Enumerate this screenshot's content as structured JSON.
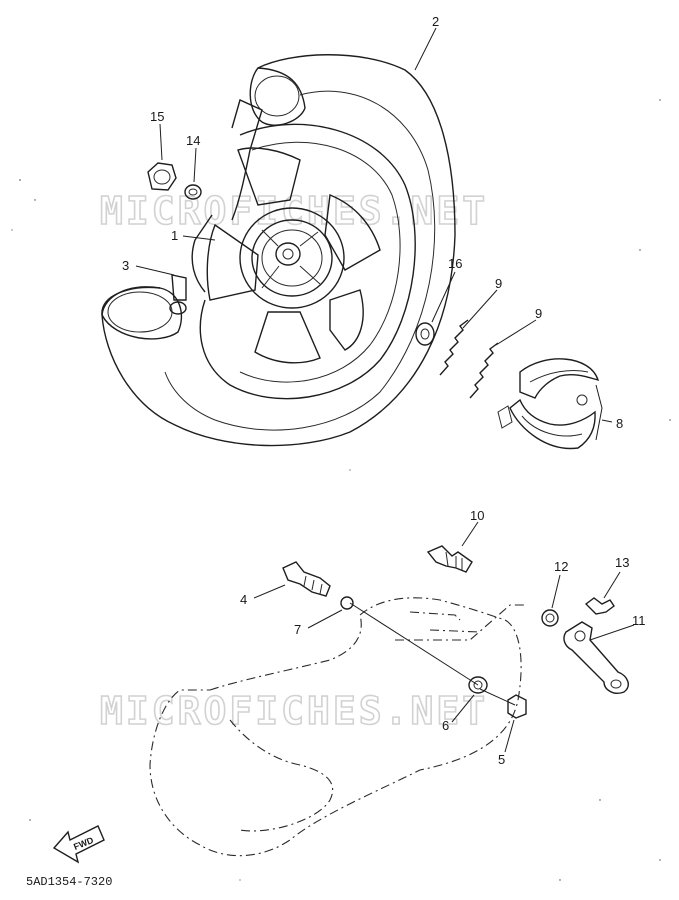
{
  "watermark": "MICROFICHES.NET",
  "drawing_code": "5AD1354-7320",
  "fwd_label": "FWD",
  "callouts": {
    "c1": "1",
    "c2": "2",
    "c3": "3",
    "c4": "4",
    "c5": "5",
    "c6": "6",
    "c7": "7",
    "c8": "8",
    "c9a": "9",
    "c9b": "9",
    "c10": "10",
    "c11": "11",
    "c12": "12",
    "c13": "13",
    "c14": "14",
    "c15": "15",
    "c16": "16"
  }
}
